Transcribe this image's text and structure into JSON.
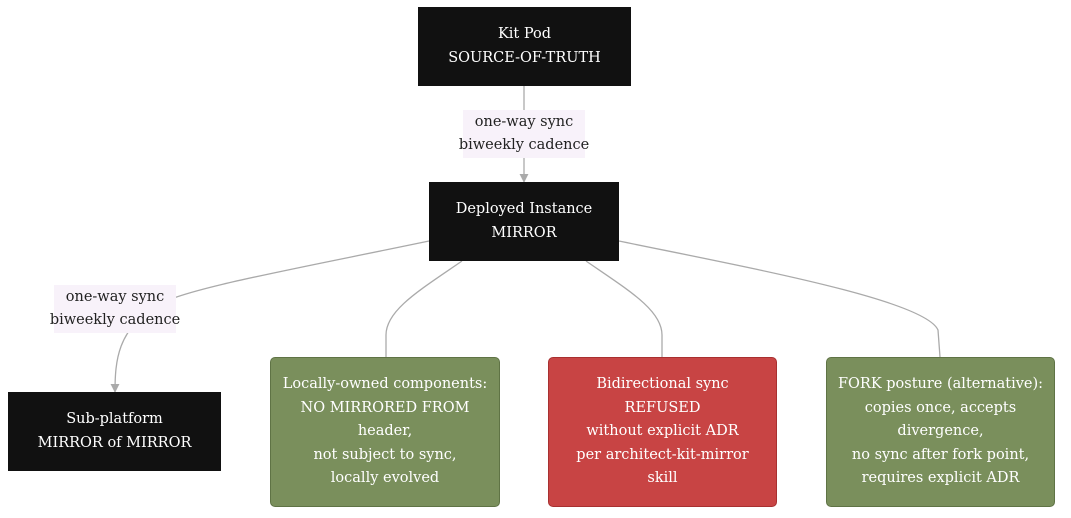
{
  "nodes": {
    "kit_pod": {
      "lines": [
        "Kit Pod",
        "SOURCE-OF-TRUTH"
      ]
    },
    "deployed_instance": {
      "lines": [
        "Deployed Instance",
        "MIRROR"
      ]
    },
    "sub_platform": {
      "lines": [
        "Sub-platform",
        "MIRROR of MIRROR"
      ]
    },
    "locally_owned": {
      "lines": [
        "Locally-owned components:",
        "NO MIRRORED FROM",
        "header,",
        "not subject to sync,",
        "locally evolved"
      ]
    },
    "bidirectional": {
      "lines": [
        "Bidirectional sync",
        "REFUSED",
        "without explicit ADR",
        "per architect-kit-mirror",
        "skill"
      ]
    },
    "fork_posture": {
      "lines": [
        "FORK posture (alternative):",
        "copies once, accepts",
        "divergence,",
        "no sync after fork point,",
        "requires explicit ADR"
      ]
    }
  },
  "edge_labels": {
    "kit_to_deployed": {
      "lines": [
        "one-way sync",
        "biweekly cadence"
      ]
    },
    "deployed_to_sub": {
      "lines": [
        "one-way sync",
        "biweekly cadence"
      ]
    }
  },
  "colors": {
    "dark_node": "#111111",
    "green_node": "#7a8f5c",
    "red_node": "#c84444",
    "edge": "#aaaaaa",
    "edge_label_bg": "#f8f2fa"
  }
}
